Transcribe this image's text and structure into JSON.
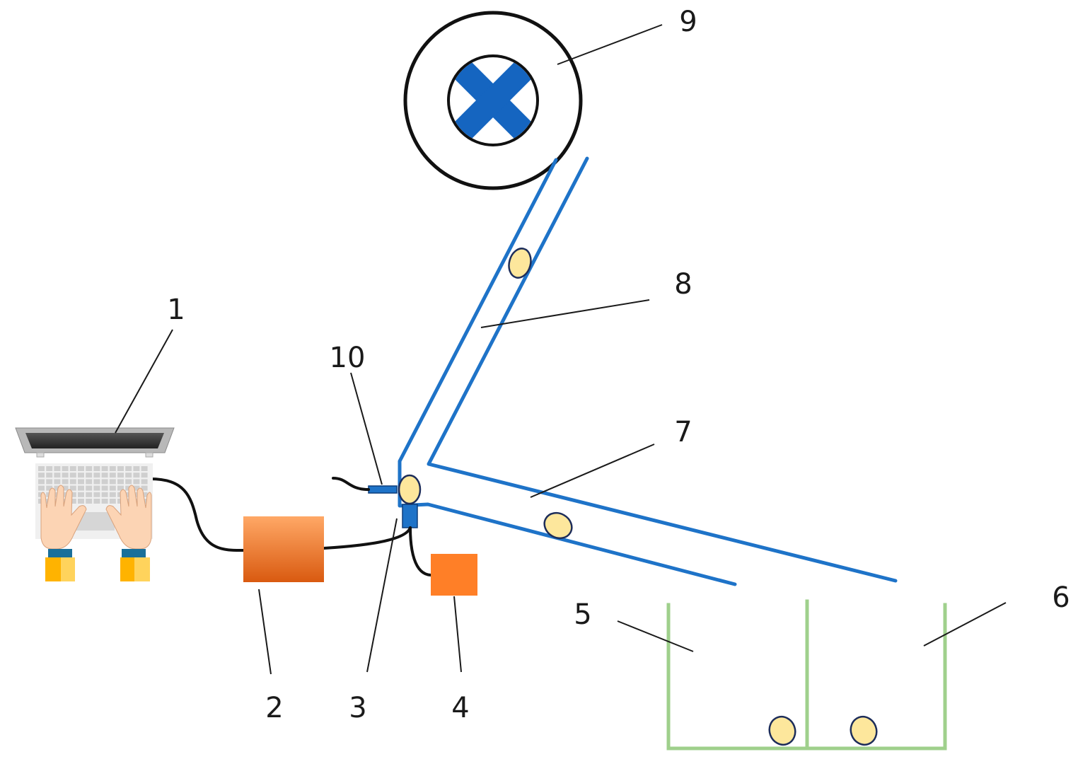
{
  "labels": {
    "l1": "1",
    "l2": "2",
    "l3": "3",
    "l4": "4",
    "l5": "5",
    "l6": "6",
    "l7": "7",
    "l8": "8",
    "l9": "9",
    "l10": "10"
  },
  "colors": {
    "chute": "#1e73c8",
    "bin": "#9fd08c",
    "seed_fill": "#fde79c",
    "seed_stroke": "#1d2d5a",
    "wheel_cross": "#1565c0",
    "box_large_top": "#ffa866",
    "box_large_bottom": "#d95a10",
    "box_small": "#ff7f27",
    "cable": "#111111",
    "skin": "#fcd4b4",
    "cuff": "#1a6f9a",
    "sleeve": "#ffb300"
  },
  "icons": {
    "computer": "laptop-with-hands-icon",
    "rotor": "rotating-wheel-cross-icon",
    "seed": "seed-ellipse-icon"
  }
}
